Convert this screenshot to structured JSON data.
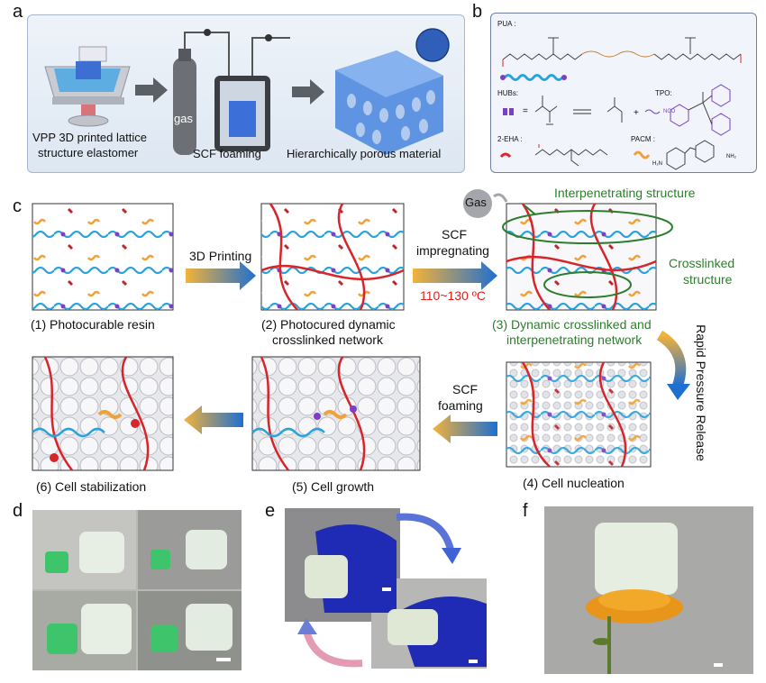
{
  "panels": {
    "a": {
      "letter": "a",
      "labels": {
        "vpp": "VPP 3D printed lattice",
        "vpp2": "structure elastomer",
        "gas": "gas",
        "scf": "SCF foaming",
        "porous": "Hierarchically porous material"
      }
    },
    "b": {
      "letter": "b",
      "pua": "PUA :",
      "hubs": "HUBs:",
      "tpo": "TPO:",
      "eha": "2-EHA :",
      "pacm": "PACM :",
      "eq": "=",
      "plus": "+",
      "nco": "NCO",
      "nh2a": "H₂N",
      "nh2b": "NH₂"
    },
    "c": {
      "letter": "c",
      "gas": "Gas",
      "interpenetrating": "Interpenetrating structure",
      "crosslinked1": "Crosslinked",
      "crosslinked2": "structure",
      "print": "3D Printing",
      "scf_imp1": "SCF",
      "scf_imp2": "impregnating",
      "temp": "110~130 ºC",
      "rapid": "Rapid Pressure Release",
      "scf_foam1": "SCF",
      "scf_foam2": "foaming",
      "step1": "(1) Photocurable resin",
      "step2a": "(2) Photocured dynamic",
      "step2b": "crosslinked network",
      "step3a": "(3) Dynamic crosslinked and",
      "step3b": "interpenetrating network",
      "step4": "(4) Cell nucleation",
      "step5": "(5) Cell growth",
      "step6": "(6) Cell stabilization"
    },
    "d": {
      "letter": "d"
    },
    "e": {
      "letter": "e"
    },
    "f": {
      "letter": "f"
    }
  },
  "colors": {
    "blue_chain": "#2aa3dd",
    "red_chain": "#d6262b",
    "orange": "#f0a23a",
    "purple": "#7b3fc4",
    "green_text": "#2e7d2e",
    "temp_red": "#e0201c",
    "lattice_blue": "#4f86d9",
    "green_lattice": "#3ec46b"
  }
}
